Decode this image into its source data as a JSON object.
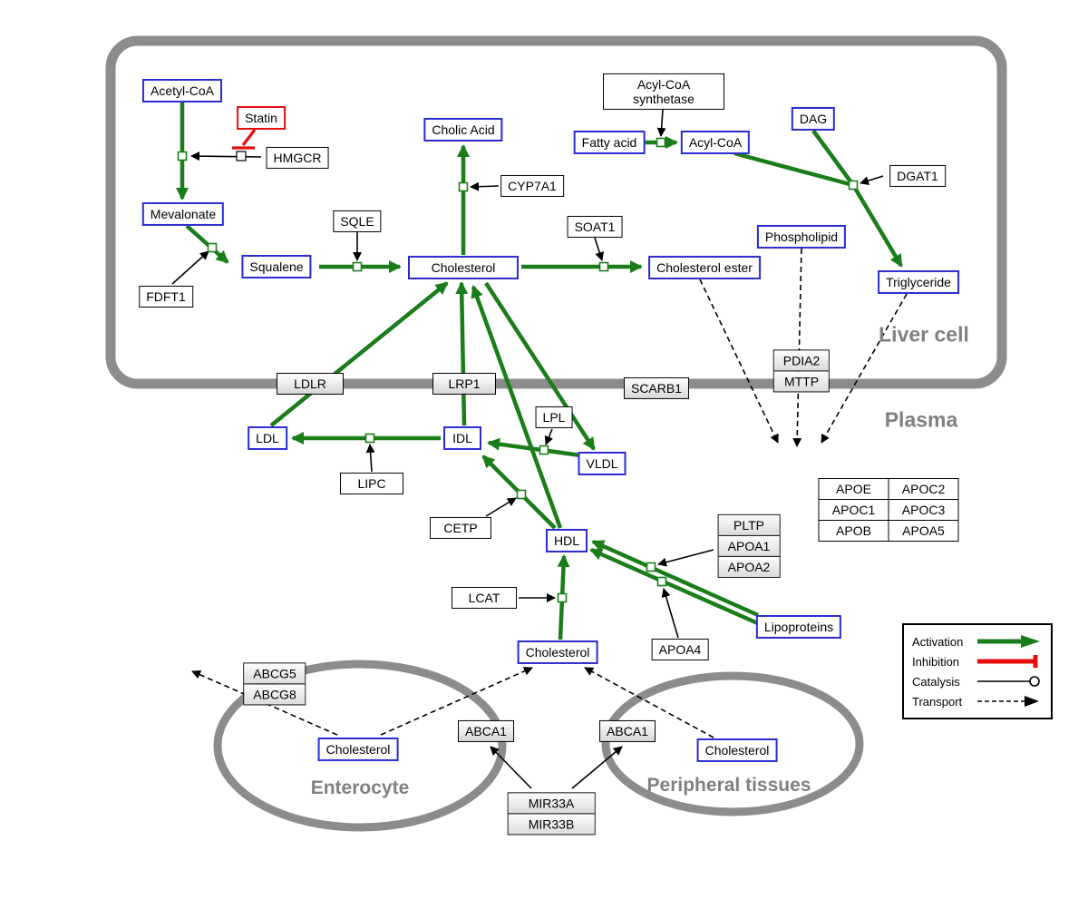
{
  "regions": {
    "liver_cell": "Liver cell",
    "plasma": "Plasma",
    "enterocyte": "Enterocyte",
    "peripheral_tissues": "Peripheral tissues"
  },
  "metabolites": {
    "acetyl_coa": "Acetyl-CoA",
    "mevalonate": "Mevalonate",
    "squalene": "Squalene",
    "cholesterol_liver": "Cholesterol",
    "cholic_acid": "Cholic Acid",
    "cholesterol_ester": "Cholesterol ester",
    "fatty_acid": "Fatty acid",
    "acyl_coa": "Acyl-CoA",
    "dag": "DAG",
    "phospholipid": "Phospholipid",
    "triglyceride": "Triglyceride",
    "ldl": "LDL",
    "idl": "IDL",
    "vldl": "VLDL",
    "hdl": "HDL",
    "lipoproteins": "Lipoproteins",
    "cholesterol_plasma": "Cholesterol",
    "cholesterol_enterocyte": "Cholesterol",
    "cholesterol_peripheral": "Cholesterol"
  },
  "drugs": {
    "statin": "Statin"
  },
  "proteins": {
    "hmgcr": "HMGCR",
    "fdft1": "FDFT1",
    "sqle": "SQLE",
    "cyp7a1": "CYP7A1",
    "soat1": "SOAT1",
    "acyl_coa_synthetase_line1": "Acyl-CoA",
    "acyl_coa_synthetase_line2": "synthetase",
    "dgat1": "DGAT1",
    "ldlr": "LDLR",
    "lrp1": "LRP1",
    "scarb1": "SCARB1",
    "pdia2": "PDIA2",
    "mttp": "MTTP",
    "lipc": "LIPC",
    "lpl": "LPL",
    "cetp": "CETP",
    "lcat": "LCAT",
    "pltp": "PLTP",
    "apoa1": "APOA1",
    "apoa2": "APOA2",
    "apoa4": "APOA4",
    "abcg5": "ABCG5",
    "abcg8": "ABCG8",
    "abca1_enterocyte": "ABCA1",
    "abca1_peripheral": "ABCA1",
    "mir33a": "MIR33A",
    "mir33b": "MIR33B"
  },
  "apo_table": {
    "rows": [
      [
        "APOE",
        "APOC2"
      ],
      [
        "APOC1",
        "APOC3"
      ],
      [
        "APOB",
        "APOA5"
      ]
    ]
  },
  "legend": {
    "activation": "Activation",
    "inhibition": "Inhibition",
    "catalysis": "Catalysis",
    "transport": "Transport"
  },
  "colors": {
    "activation_green": "#1a7d1a",
    "inhibition_red": "#e60c0c",
    "metabolite_border_blue": "#2b2bd0",
    "membrane_gray": "#8c8c8c",
    "region_label_gray": "#808080"
  }
}
